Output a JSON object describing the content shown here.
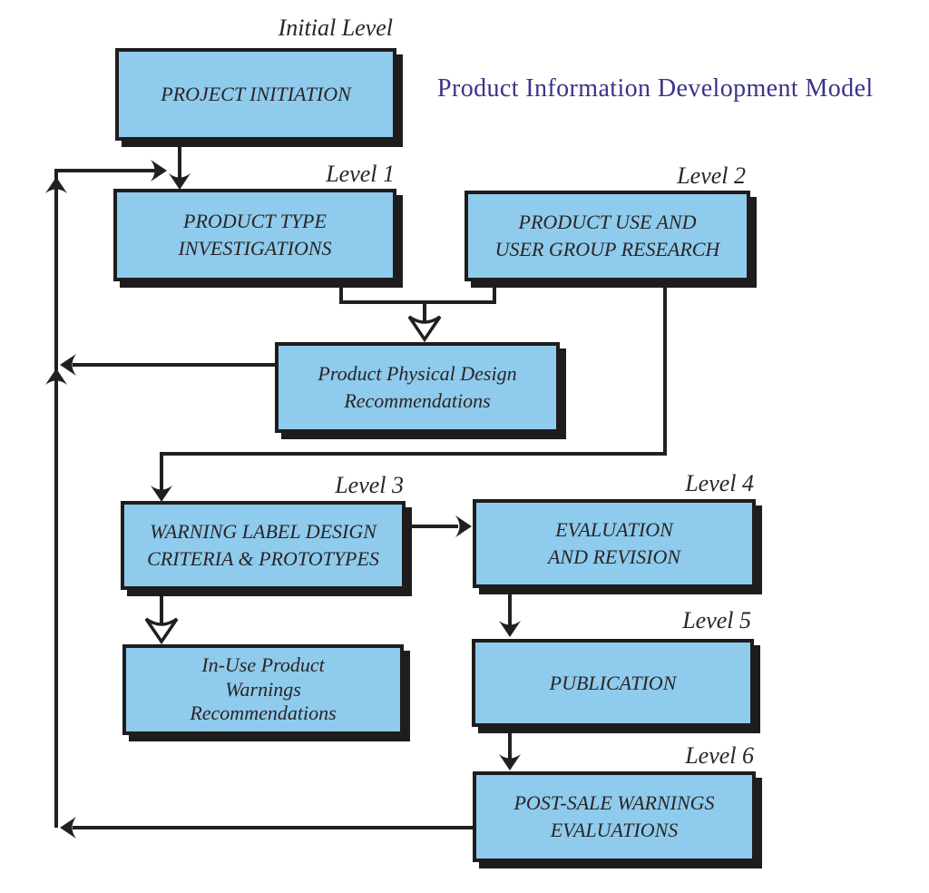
{
  "title": "Product Information Development Model",
  "colors": {
    "box_fill": "#8fcbec",
    "box_border": "#1f1c1d",
    "line_color": "#231f20",
    "title_color": "#3a3489",
    "text_color": "#2a2526"
  },
  "nodes": {
    "project_initiation": {
      "level_label": "Initial Level",
      "label": "PROJECT INITIATION"
    },
    "product_type_investigations": {
      "level_label": "Level 1",
      "label": "PRODUCT TYPE\nINVESTIGATIONS"
    },
    "product_use_user_group_research": {
      "level_label": "Level 2",
      "label": "PRODUCT USE AND\nUSER GROUP RESEARCH"
    },
    "product_physical_design_recommendations": {
      "label": "Product Physical Design\nRecommendations"
    },
    "warning_label_design_criteria_prototypes": {
      "level_label": "Level 3",
      "label": "WARNING LABEL DESIGN\nCRITERIA & PROTOTYPES"
    },
    "evaluation_and_revision": {
      "level_label": "Level 4",
      "label": "EVALUATION\nAND REVISION"
    },
    "in_use_product_warnings_recommendations": {
      "label": "In-Use Product\nWarnings\nRecommendations"
    },
    "publication": {
      "level_label": "Level 5",
      "label": "PUBLICATION"
    },
    "post_sale_warnings_evaluations": {
      "level_label": "Level 6",
      "label": "POST-SALE WARNINGS\nEVALUATIONS"
    }
  },
  "edges": [
    {
      "from": "project_initiation",
      "to": "product_type_investigations",
      "arrow": "solid"
    },
    {
      "from": "product_type_investigations",
      "to": "product_physical_design_recommendations",
      "arrow": "open"
    },
    {
      "from": "product_use_user_group_research",
      "to": "product_physical_design_recommendations",
      "arrow": "open"
    },
    {
      "from": "product_use_user_group_research",
      "to": "warning_label_design_criteria_prototypes",
      "arrow": "solid"
    },
    {
      "from": "warning_label_design_criteria_prototypes",
      "to": "evaluation_and_revision",
      "arrow": "solid"
    },
    {
      "from": "warning_label_design_criteria_prototypes",
      "to": "in_use_product_warnings_recommendations",
      "arrow": "open"
    },
    {
      "from": "evaluation_and_revision",
      "to": "publication",
      "arrow": "solid"
    },
    {
      "from": "publication",
      "to": "post_sale_warnings_evaluations",
      "arrow": "solid"
    },
    {
      "from": "product_physical_design_recommendations",
      "to": "product_type_investigations",
      "arrow": "solid",
      "path": "left-feedback-trunk"
    },
    {
      "from": "post_sale_warnings_evaluations",
      "to": "product_type_investigations",
      "arrow": "solid",
      "path": "left-feedback-trunk"
    }
  ]
}
